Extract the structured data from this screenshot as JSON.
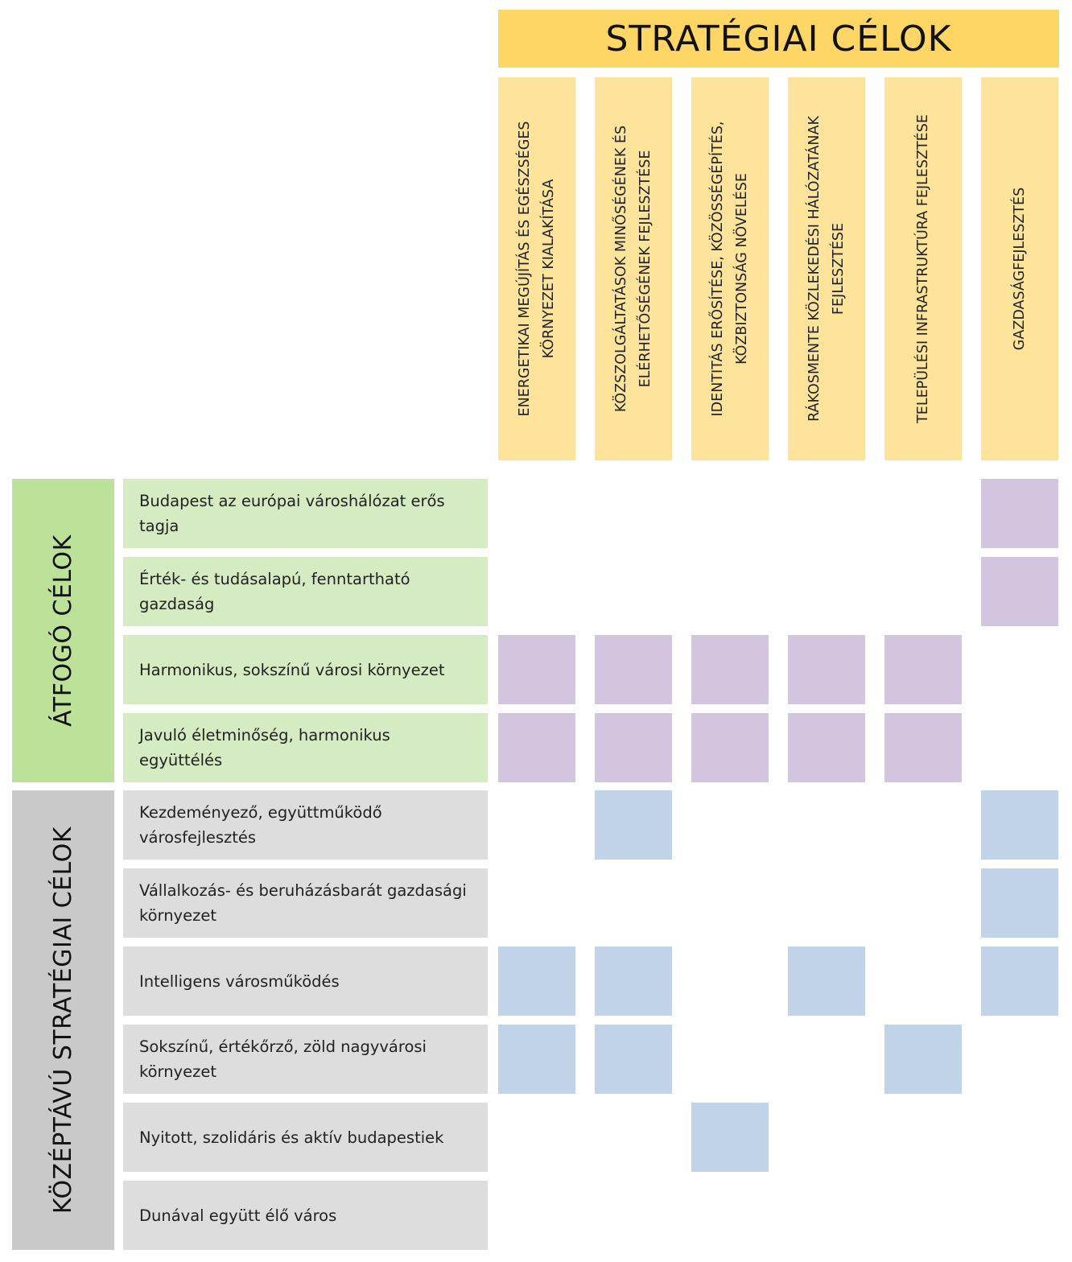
{
  "header": {
    "title": "STRATÉGIAI CÉLOK"
  },
  "colors": {
    "header": "#fdd666",
    "column_header": "#fee49b",
    "green_group": "#bce29a",
    "green_row": "#d5ecc2",
    "gray_group": "#c9c9c9",
    "gray_row": "#dddddd",
    "purple_mark": "#d1c6dd",
    "blue_mark": "#c0d3e8"
  },
  "columns": [
    "ENERGETIKAI MEGÚJÍTÁS ÉS EGÉSZSÉGES KÖRNYEZET KIALAKÍTÁSA",
    "KÖZSZOLGÁLTATÁSOK MINŐSÉGÉNEK ÉS ELÉRHETŐSÉGÉNEK FEJLESZTÉSE",
    "IDENTITÁS ERŐSÍTÉSE, KÖZÖSSÉGÉPÍTÉS, KÖZBIZTONSÁG NÖVELÉSE",
    "RÁKOSMENTE KÖZLEKEDÉSI HÁLÓZATÁNAK FEJLESZTÉSE",
    "TELEPÜLÉSI INFRASTRUKTÚRA FEJLESZTÉSE",
    "GAZDASÁGFEJLESZTÉS"
  ],
  "groups": [
    {
      "label": "ÁTFOGÓ  CÉLOK",
      "rows": [
        {
          "label": "Budapest az európai városhálózat erős tagja",
          "links": [
            0,
            0,
            0,
            0,
            0,
            1
          ]
        },
        {
          "label": "Érték- és tudásalapú, fenntartható gazdaság",
          "links": [
            0,
            0,
            0,
            0,
            0,
            1
          ]
        },
        {
          "label": "Harmonikus, sokszínű városi környezet",
          "links": [
            1,
            1,
            1,
            1,
            1,
            0
          ]
        },
        {
          "label": "Javuló életminőség, harmonikus együttélés",
          "links": [
            1,
            1,
            1,
            1,
            1,
            0
          ]
        }
      ]
    },
    {
      "label": "KÖZÉPTÁVÚ STRATÉGIAI CÉLOK",
      "rows": [
        {
          "label": "Kezdeményező, együttműködő városfejlesztés",
          "links": [
            0,
            1,
            0,
            0,
            0,
            1
          ]
        },
        {
          "label": "Vállalkozás- és beruházásbarát gazdasági környezet",
          "links": [
            0,
            0,
            0,
            0,
            0,
            1
          ]
        },
        {
          "label": "Intelligens városműködés",
          "links": [
            1,
            1,
            0,
            1,
            0,
            1
          ]
        },
        {
          "label": "Sokszínű, értékőrző, zöld nagyvárosi környezet",
          "links": [
            1,
            1,
            0,
            0,
            1,
            0
          ]
        },
        {
          "label": "Nyitott, szolidáris és aktív budapestiek",
          "links": [
            0,
            0,
            1,
            0,
            0,
            0
          ]
        },
        {
          "label": "Dunával együtt élő város",
          "links": [
            0,
            0,
            0,
            0,
            0,
            0
          ]
        }
      ]
    }
  ]
}
